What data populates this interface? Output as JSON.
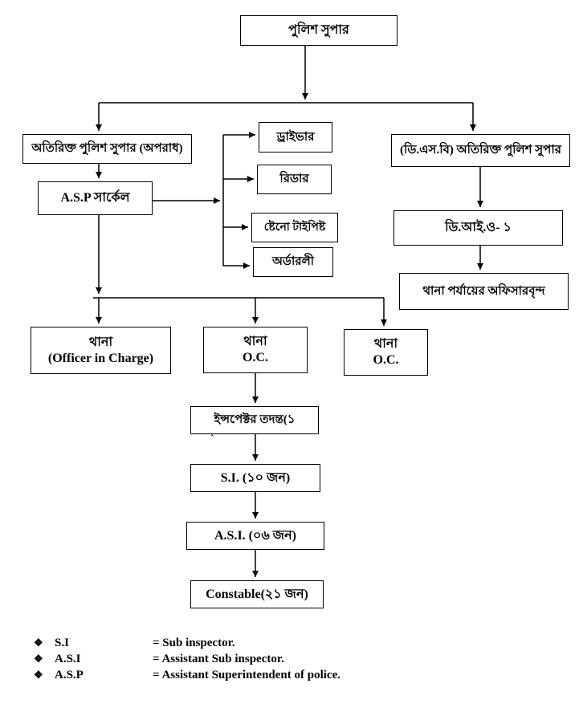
{
  "nodes": {
    "police_super": "পুলিশ সুপার",
    "addl_super_crime": "অতিরিক্ত পুলিশ সুপার (অপরাধ)",
    "asp_circle": "A.S.P সার্কেল",
    "driver": "ড্রাইভার",
    "reader": "রিডার",
    "steno_typist": "ষ্টেনো টাইপিষ্ট",
    "orderly": "অর্ডারলী",
    "dsb_addl_super": "(ডি.এস.বি) অতিরিক্ত পুলিশ সুপার",
    "dio_1": "ডি.আই.ও- ১",
    "thana_level_officers": "থানা পর্যায়ের অফিসারবৃন্দ",
    "thana_oic_line1": "থানা",
    "thana_oic_line2": "(Officer in Charge)",
    "thana_oc1_line1": "থানা",
    "thana_oc1_line2": "O.C.",
    "thana_oc2_line1": "থানা",
    "thana_oc2_line2": "O.C.",
    "inspector_investigation": "ইন্সপেক্টর তদন্ত(১",
    "si_count": "S.I. (১০ জন)",
    "asi_count": "A.S.I. (০৬ জন)",
    "constable_count": "Constable(২১ জন)",
    "stray_mark": "`"
  },
  "colors": {
    "line": "#000000",
    "background": "#ffffff",
    "text": "#000000"
  },
  "legend": {
    "items": [
      {
        "bullet": "❖",
        "term": "S.I",
        "definition": "= Sub inspector."
      },
      {
        "bullet": "❖",
        "term": "A.S.I",
        "definition": "= Assistant Sub inspector."
      },
      {
        "bullet": "❖",
        "term": "A.S.P",
        "definition": "= Assistant Superintendent of police."
      }
    ]
  }
}
